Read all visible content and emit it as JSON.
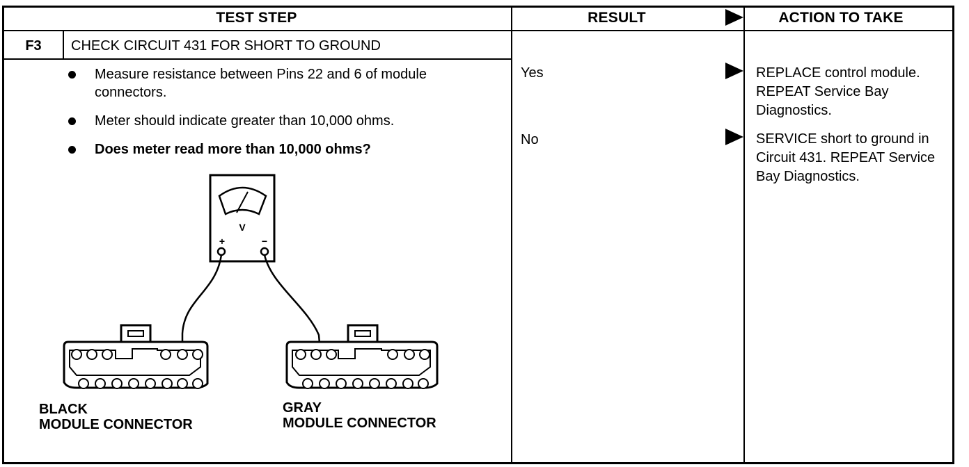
{
  "header": {
    "test_step": "TEST STEP",
    "result": "RESULT",
    "action": "ACTION TO TAKE"
  },
  "step": {
    "id": "F3",
    "title": "CHECK CIRCUIT 431 FOR SHORT TO GROUND",
    "bullets": [
      "Measure resistance  between Pins 22 and 6 of module connectors.",
      "Meter should indicate greater than 10,000 ohms.",
      "Does meter read more than 10,000 ohms?"
    ]
  },
  "results": [
    {
      "label": "Yes",
      "action": "REPLACE control module. REPEAT Service Bay Diagnostics."
    },
    {
      "label": "No",
      "action": "SERVICE short to ground in Circuit 431. REPEAT Service Bay Diagnostics."
    }
  ],
  "diagram": {
    "meter_label": "V",
    "plus_label": "+",
    "minus_label": "−",
    "left_connector_line1": "BLACK",
    "left_connector_line2": "MODULE CONNECTOR",
    "right_connector_line1": "GRAY",
    "right_connector_line2": "MODULE CONNECTOR"
  }
}
